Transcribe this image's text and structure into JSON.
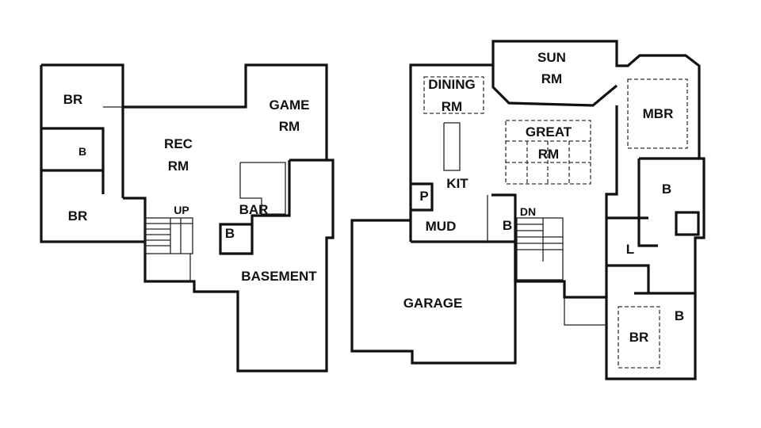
{
  "lower_level": {
    "rooms": {
      "br_top": "BR",
      "bath": "B",
      "br_bottom": "BR",
      "rec_1": "REC",
      "rec_2": "RM",
      "game_1": "GAME",
      "game_2": "RM",
      "up": "UP",
      "bar": "BAR",
      "bath2": "B",
      "basement": "BASEMENT"
    }
  },
  "main_level": {
    "rooms": {
      "dining_1": "DINING",
      "dining_2": "RM",
      "sun_1": "SUN",
      "sun_2": "RM",
      "great_1": "GREAT",
      "great_2": "RM",
      "mbr": "MBR",
      "kit": "KIT",
      "pantry": "P",
      "mud": "MUD",
      "bath": "B",
      "dn": "DN",
      "master_bath": "B",
      "laundry": "L",
      "garage": "GARAGE",
      "br": "BR",
      "bath2": "B"
    }
  }
}
